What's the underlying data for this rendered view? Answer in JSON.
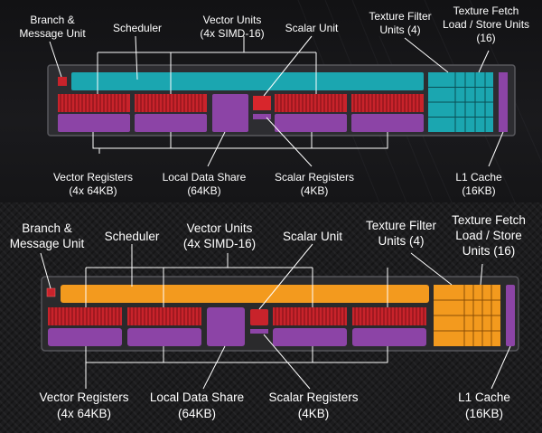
{
  "top_labels": {
    "branch_line1": "Branch &",
    "branch_line2": "Message Unit",
    "scheduler": "Scheduler",
    "vector_units_line1": "Vector Units",
    "vector_units_line2": "(4x SIMD-16)",
    "scalar_unit": "Scalar Unit",
    "texture_filter_line1": "Texture Filter",
    "texture_filter_line2": "Units (4)",
    "texture_fetch_line1": "Texture Fetch",
    "texture_fetch_line2": "Load / Store Units",
    "texture_fetch_line3": "(16)",
    "vector_registers_line1": "Vector Registers",
    "vector_registers_line2": "(4x 64KB)",
    "local_data_share_line1": "Local Data Share",
    "local_data_share_line2": "(64KB)",
    "scalar_registers_line1": "Scalar Registers",
    "scalar_registers_line2": "(4KB)",
    "l1_cache_line1": "L1 Cache",
    "l1_cache_line2": "(16KB)"
  },
  "bottom_labels": {
    "branch_line1": "Branch &",
    "branch_line2": "Message Unit",
    "scheduler": "Scheduler",
    "vector_units_line1": "Vector Units",
    "vector_units_line2": "(4x SIMD-16)",
    "scalar_unit": "Scalar Unit",
    "texture_filter_line1": "Texture Filter",
    "texture_filter_line2": "Units (4)",
    "texture_fetch_line1": "Texture Fetch",
    "texture_fetch_line2": "Load / Store",
    "texture_fetch_line3": "Units (16)",
    "vector_registers_line1": "Vector Registers",
    "vector_registers_line2": "(4x 64KB)",
    "local_data_share_line1": "Local Data Share",
    "local_data_share_line2": "(64KB)",
    "scalar_registers_line1": "Scalar Registers",
    "scalar_registers_line2": "(4KB)",
    "l1_cache_line1": "L1 Cache",
    "l1_cache_line2": "(16KB)"
  },
  "colors": {
    "top_scheduler": "#1ba6b0",
    "top_texture": "#1ba6b0",
    "bottom_scheduler": "#f39a1e",
    "bottom_texture": "#f39a1e",
    "vector_unit_red": "#c8232b",
    "register_purple": "#8c44a6",
    "branch_red": "#c8232b",
    "scalar_unit_red": "#d8262c"
  }
}
